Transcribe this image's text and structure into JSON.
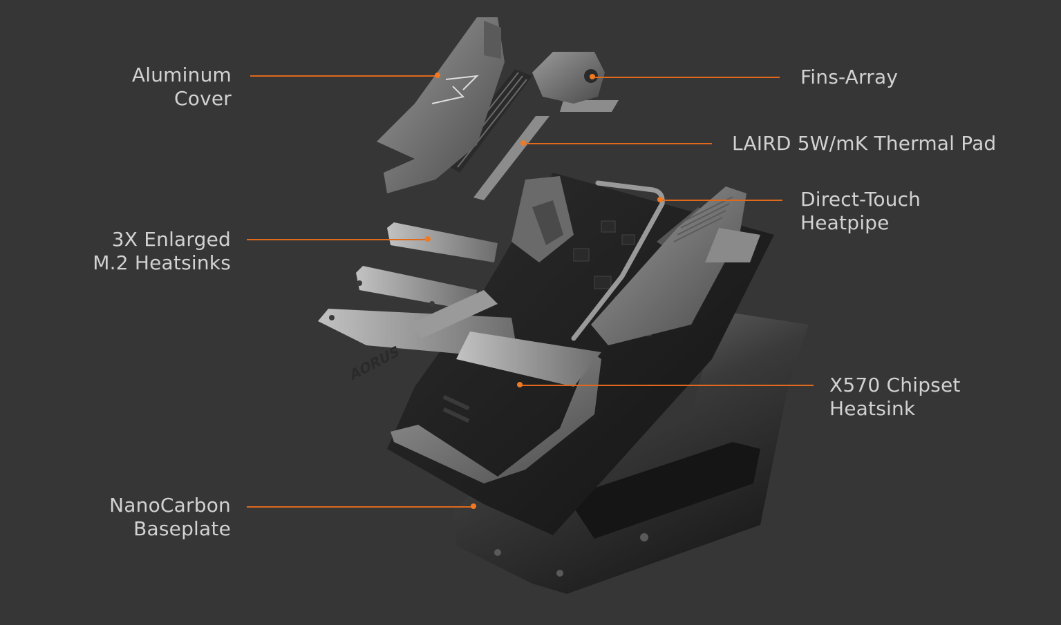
{
  "colors": {
    "background": "#363636",
    "label_text": "#d2d2d2",
    "leader_line": "#e0691e",
    "leader_dot": "#f07a22"
  },
  "illustration": {
    "name": "exploded-motherboard-thermal-assembly",
    "logo_text": "AORUS"
  },
  "callouts": [
    {
      "id": "aluminum-cover",
      "lines": [
        "Aluminum",
        "Cover"
      ]
    },
    {
      "id": "fins-array",
      "lines": [
        "Fins-Array"
      ]
    },
    {
      "id": "thermal-pad",
      "lines": [
        "LAIRD 5W/mK Thermal Pad"
      ]
    },
    {
      "id": "direct-touch-heatpipe",
      "lines": [
        "Direct-Touch",
        "Heatpipe"
      ]
    },
    {
      "id": "m2-heatsinks",
      "lines": [
        "3X Enlarged",
        "M.2 Heatsinks"
      ]
    },
    {
      "id": "chipset-heatsink",
      "lines": [
        "X570 Chipset",
        "Heatsink"
      ]
    },
    {
      "id": "nanocarbon-baseplate",
      "lines": [
        "NanoCarbon",
        "Baseplate"
      ]
    }
  ]
}
